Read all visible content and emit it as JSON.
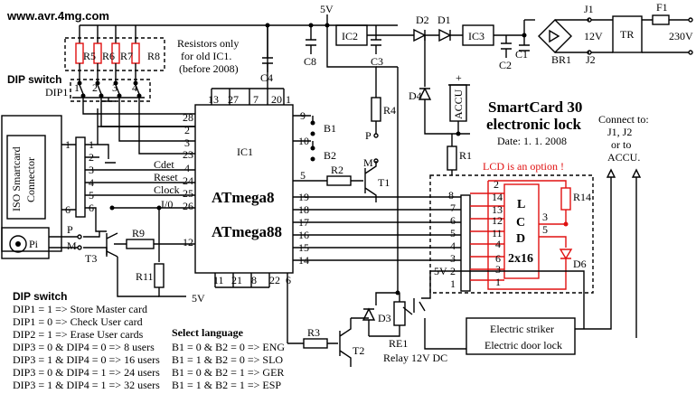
{
  "header": {
    "site": "www.avr.4mg.com",
    "title1": "SmartCard 30",
    "title2": "electronic lock",
    "date": "Date: 1. 1. 2008"
  },
  "resistor_note": [
    "Resistors only",
    "for old  IC1.",
    "(before 2008)"
  ],
  "dip_title": "DIP switch",
  "dip_ref": "DIP1",
  "connector_label1": "ISO Smartcard",
  "connector_label2": "Connector",
  "ic1": {
    "ref": "IC1",
    "name1": "ATmega8",
    "name2": "ATmega88"
  },
  "signals": {
    "cdet": "Cdet",
    "reset": "Reset",
    "clock": "Clock",
    "io": "I/0"
  },
  "pins": {
    "top": [
      "13",
      "27",
      "7",
      "20",
      "1"
    ],
    "bottom": [
      "11",
      "21",
      "8",
      "22",
      "6"
    ],
    "left": [
      "28",
      "2",
      "3",
      "23",
      "4",
      "24",
      "25",
      "26",
      "12"
    ],
    "right_top": [
      "9",
      "10",
      "5"
    ],
    "right": [
      "19",
      "18",
      "17",
      "16",
      "15",
      "14"
    ]
  },
  "components": {
    "r_top": [
      "R5",
      "R6",
      "R7",
      "R8"
    ],
    "c4": "C4",
    "c8": "C8",
    "c3": "C3",
    "c2": "C2",
    "c1": "C1",
    "ic2": "IC2",
    "ic3": "IC3",
    "d1": "D1",
    "d2": "D2",
    "d3": "D3",
    "d4": "D4",
    "d6": "D6",
    "br1": "BR1",
    "tr": "TR",
    "f1": "F1",
    "j1": "J1",
    "j2": "J2",
    "r1": "R1",
    "r2": "R2",
    "r3": "R3",
    "r4": "R4",
    "r9": "R9",
    "r11": "R11",
    "r14": "R14",
    "t1": "T1",
    "t2": "T2",
    "t3": "T3",
    "b1": "B1",
    "b2": "B2",
    "accu": "ACCU",
    "re1": "RE1",
    "relay": "Relay 12V DC",
    "v5": "5V",
    "v12": "12V",
    "v230": "230V",
    "p": "P",
    "m": "M",
    "pi": "Pi"
  },
  "lcd": {
    "option": "LCD is an option !",
    "letters": [
      "L",
      "C",
      "D"
    ],
    "model": "2x16",
    "left_pins": [
      "2",
      "14",
      "13",
      "12",
      "11",
      "4",
      "6",
      "3",
      "1"
    ],
    "right_pins": [
      "3",
      "5"
    ]
  },
  "connect_to": [
    "Connect to:",
    "J1, J2",
    "or to",
    "ACCU."
  ],
  "striker": [
    "Electric striker",
    "Electric door lock"
  ],
  "dip_settings": {
    "title": "DIP switch",
    "lines": [
      "DIP1 = 1 => Store Master card",
      "DIP1 = 0 => Check User card",
      "DIP2 = 1 => Erase User cards",
      "DIP3 = 0 & DIP4 = 0 => 8 users",
      "DIP3 = 1 & DIP4 = 0 => 16 users",
      "DIP3 = 0 & DIP4 = 1 => 24 users",
      "DIP3 = 1 & DIP4 = 1 => 32 users"
    ]
  },
  "language": {
    "title": "Select language",
    "lines": [
      "B1 = 0 & B2 = 0 => ENG",
      "B1 = 1 & B2 = 0 => SLO",
      "B1 = 0 & B2 = 1 => GER",
      "B1 = 1 & B2 = 1 => ESP"
    ]
  }
}
